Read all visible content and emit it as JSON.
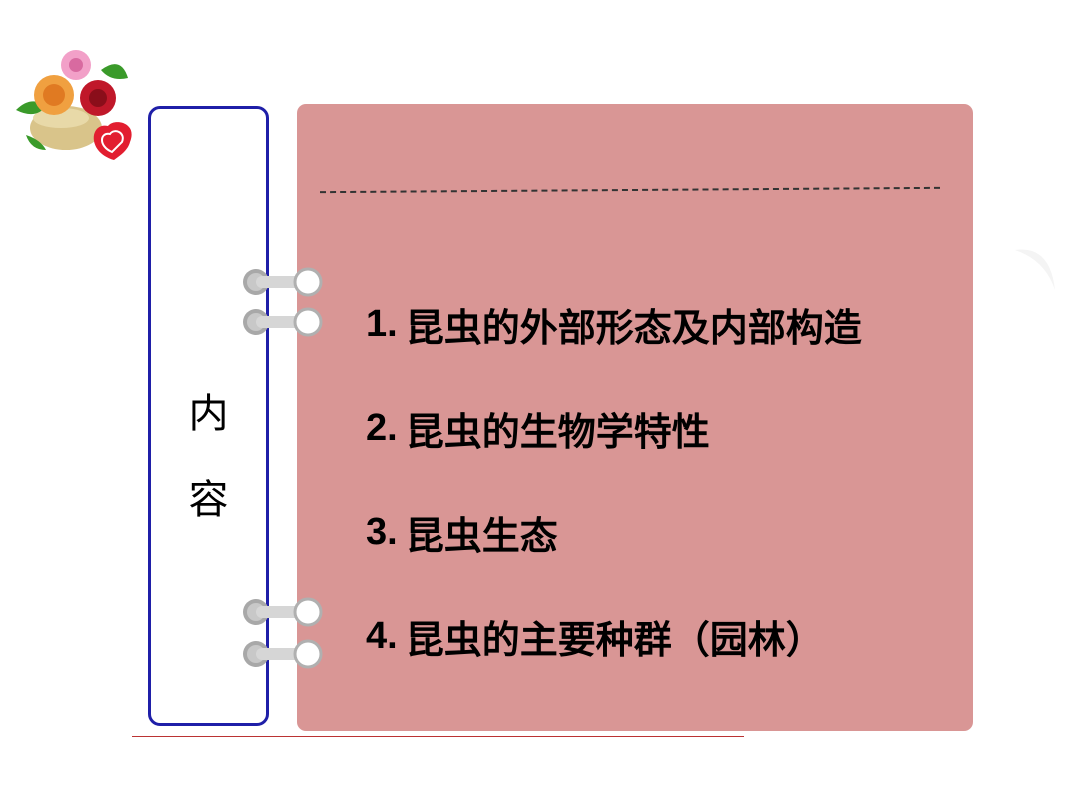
{
  "side_tab": {
    "title_chars": [
      "内",
      "容"
    ]
  },
  "contents": {
    "items": [
      {
        "num": "1.",
        "text": "昆虫的外部形态及内部构造"
      },
      {
        "num": "2.",
        "text": "昆虫的生物学特性"
      },
      {
        "num": "3.",
        "text": "昆虫生态"
      },
      {
        "num": "4.",
        "text": "昆虫的主要种群（园林）"
      }
    ]
  },
  "colors": {
    "panel": "#d99695",
    "tab_border": "#1f1fa8",
    "ring": "#b8b8b8"
  },
  "icons": [
    "flower-bouquet-icon",
    "binder-ring-icon"
  ]
}
